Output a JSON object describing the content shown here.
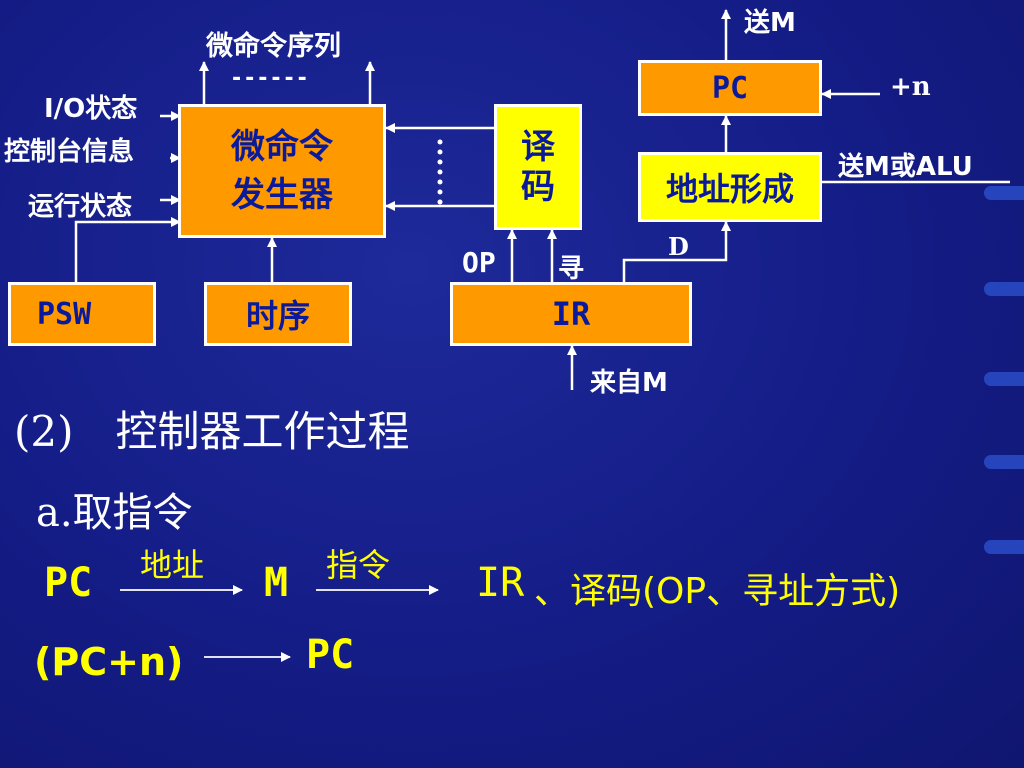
{
  "diagram": {
    "micro_seq_label": "微命令序列",
    "micro_seq_dashes": "------",
    "io_state": "I/O状态",
    "console_info": "控制台信息",
    "run_state": "运行状态",
    "micro_gen_line1": "微命令",
    "micro_gen_line2": "发生器",
    "decode_line1": "译",
    "decode_line2": "码",
    "psw": "PSW",
    "timing": "时序",
    "ir": "IR",
    "op": "OP",
    "addr_mode": "寻",
    "d_label": "D",
    "from_m": "来自M",
    "pc": "PC",
    "plus_n": "+n",
    "addr_form": "地址形成",
    "send_m": "送M",
    "send_m_alu": "送M或ALU"
  },
  "text": {
    "heading": "(2)　控制器工作过程",
    "sub_a": "a.取指令",
    "line1_pc": "PC",
    "line1_addr_label": "地址",
    "line1_m": "M",
    "line1_instr_label": "指令",
    "line1_ir": "IR",
    "line1_rest": "、译码(OP、寻址方式)",
    "line2_left": "(PC+n)",
    "line2_pc": "PC"
  },
  "colors": {
    "background": "#141c86",
    "box_orange": "#ff9900",
    "box_yellow": "#ffff00",
    "text_yellow": "#ffff00",
    "text_white": "#ffffff",
    "text_blue": "#0a1a9a"
  }
}
